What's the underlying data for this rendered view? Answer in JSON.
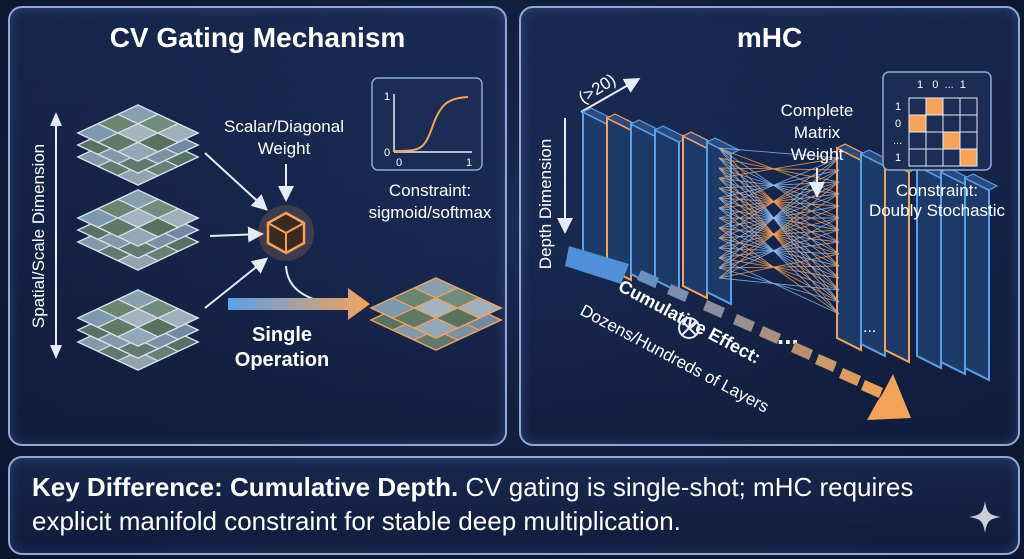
{
  "left": {
    "title": "CV Gating Mechanism",
    "axis_label": "Spatial/Scale Dimension",
    "weight_label_line1": "Scalar/Diagonal",
    "weight_label_line2": "Weight",
    "plot_y_top": "1",
    "plot_y_bottom": "0",
    "plot_x_left": "0",
    "plot_x_right": "1",
    "constraint_line1": "Constraint:",
    "constraint_line2": "sigmoid/softmax",
    "operation_line1": "Single",
    "operation_line2": "Operation"
  },
  "right": {
    "title": "mHC",
    "layer_count": "(>20)",
    "depth_label": "Depth Dimension",
    "weight_line1": "Complete",
    "weight_line2": "Matrix",
    "weight_line3": "Weight",
    "matrix_col_header": "1   0  ...  1",
    "matrix_row_labels": [
      "1",
      "0",
      "...",
      "1"
    ],
    "constraint_line1": "Constraint:",
    "constraint_line2": "Doubly Stochastic",
    "cumulative_line1": "Cumulative Effect:",
    "cumulative_line2": "Dozens/Hundreds of Layers",
    "ellipsis": "...",
    "ellipsis_small": "..."
  },
  "bottom": {
    "key_bold": "Key Difference: Cumulative Depth.",
    "key_rest": " CV gating is single-shot; mHC requires explicit manifold constraint for stable deep multiplication."
  },
  "colors": {
    "accent_orange": "#f5a35a",
    "accent_blue": "#5aa0e8",
    "panel_border": "#8fa9d6"
  }
}
